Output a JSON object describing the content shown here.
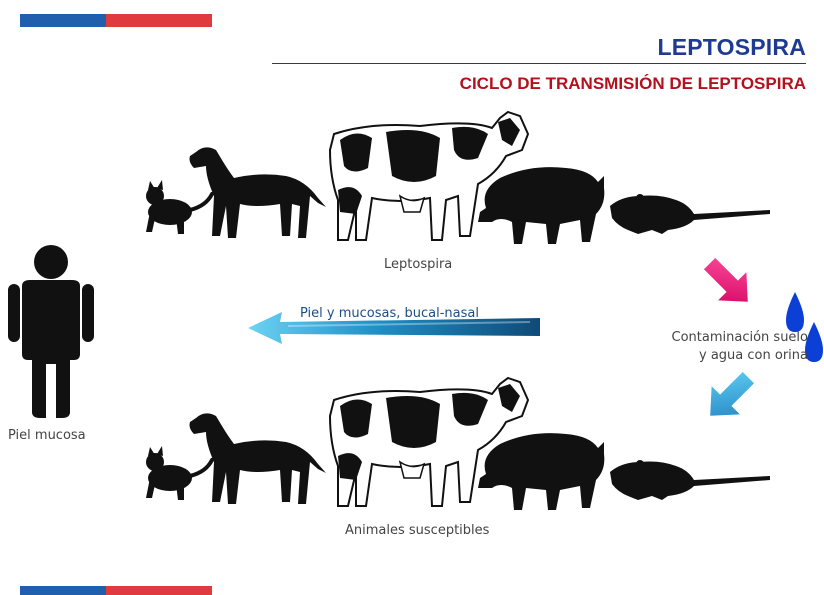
{
  "header": {
    "title": "LEPTOSPIRA",
    "subtitle": "CICLO DE TRANSMISIÓN DE LEPTOSPIRA"
  },
  "labels": {
    "top_group": "Leptospira",
    "bottom_group": "Animales susceptibles",
    "human": "Piel mucosa",
    "contamination_line1": "Contaminación suelo",
    "contamination_line2": "y agua con orina",
    "transmission_arrow": "Piel y mucosas, bucal-nasal"
  },
  "icons": [
    "cat-icon",
    "dog-icon",
    "cow-icon",
    "pig-icon",
    "rat-icon",
    "human-icon",
    "water-drop-icon",
    "arrow-icon"
  ],
  "colors": {
    "title": "#1f3a93",
    "subtitle": "#b3121d",
    "flag_blue": "#1f5fae",
    "flag_red": "#e03a3e",
    "arrow_pink": "#e8127a",
    "arrow_cyan": "#1fa3d8",
    "arrow_dark": "#155a8a",
    "drop_blue": "#0b3fd6"
  }
}
